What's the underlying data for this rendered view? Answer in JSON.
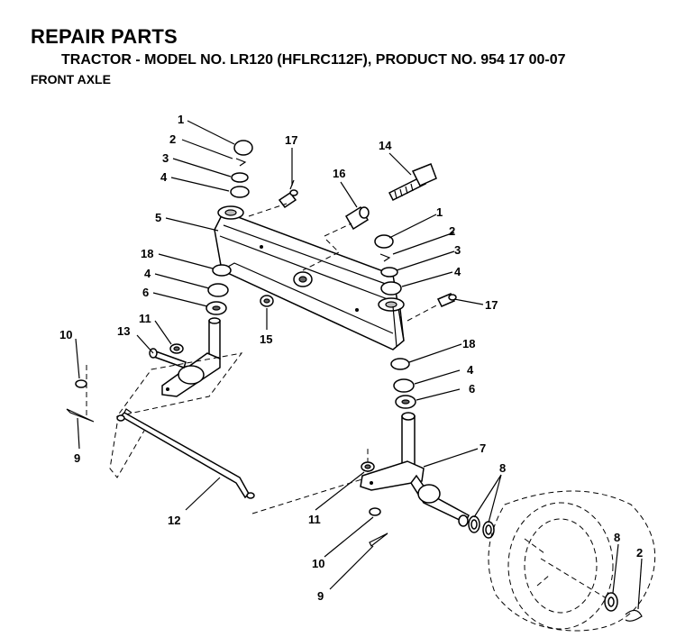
{
  "header": {
    "title": "REPAIR PARTS",
    "subtitle": "TRACTOR - MODEL NO. LR120 (HFLRC112F), PRODUCT NO. 954 17 00-07",
    "section": "FRONT AXLE"
  },
  "callouts": {
    "c1a": "1",
    "c2a": "2",
    "c3a": "3",
    "c4a": "4",
    "c5": "5",
    "c18a": "18",
    "c4b": "4",
    "c6a": "6",
    "c11a": "11",
    "c13": "13",
    "c10a": "10",
    "c9a": "9",
    "c12": "12",
    "c17a": "17",
    "c16": "16",
    "c14": "14",
    "c1b": "1",
    "c2b": "2",
    "c3b": "3",
    "c4c": "4",
    "c17b": "17",
    "c15": "15",
    "c18b": "18",
    "c4d": "4",
    "c6b": "6",
    "c7": "7",
    "c8a": "8",
    "c11b": "11",
    "c10b": "10",
    "c9b": "9",
    "c8b": "8",
    "c2c": "2"
  }
}
